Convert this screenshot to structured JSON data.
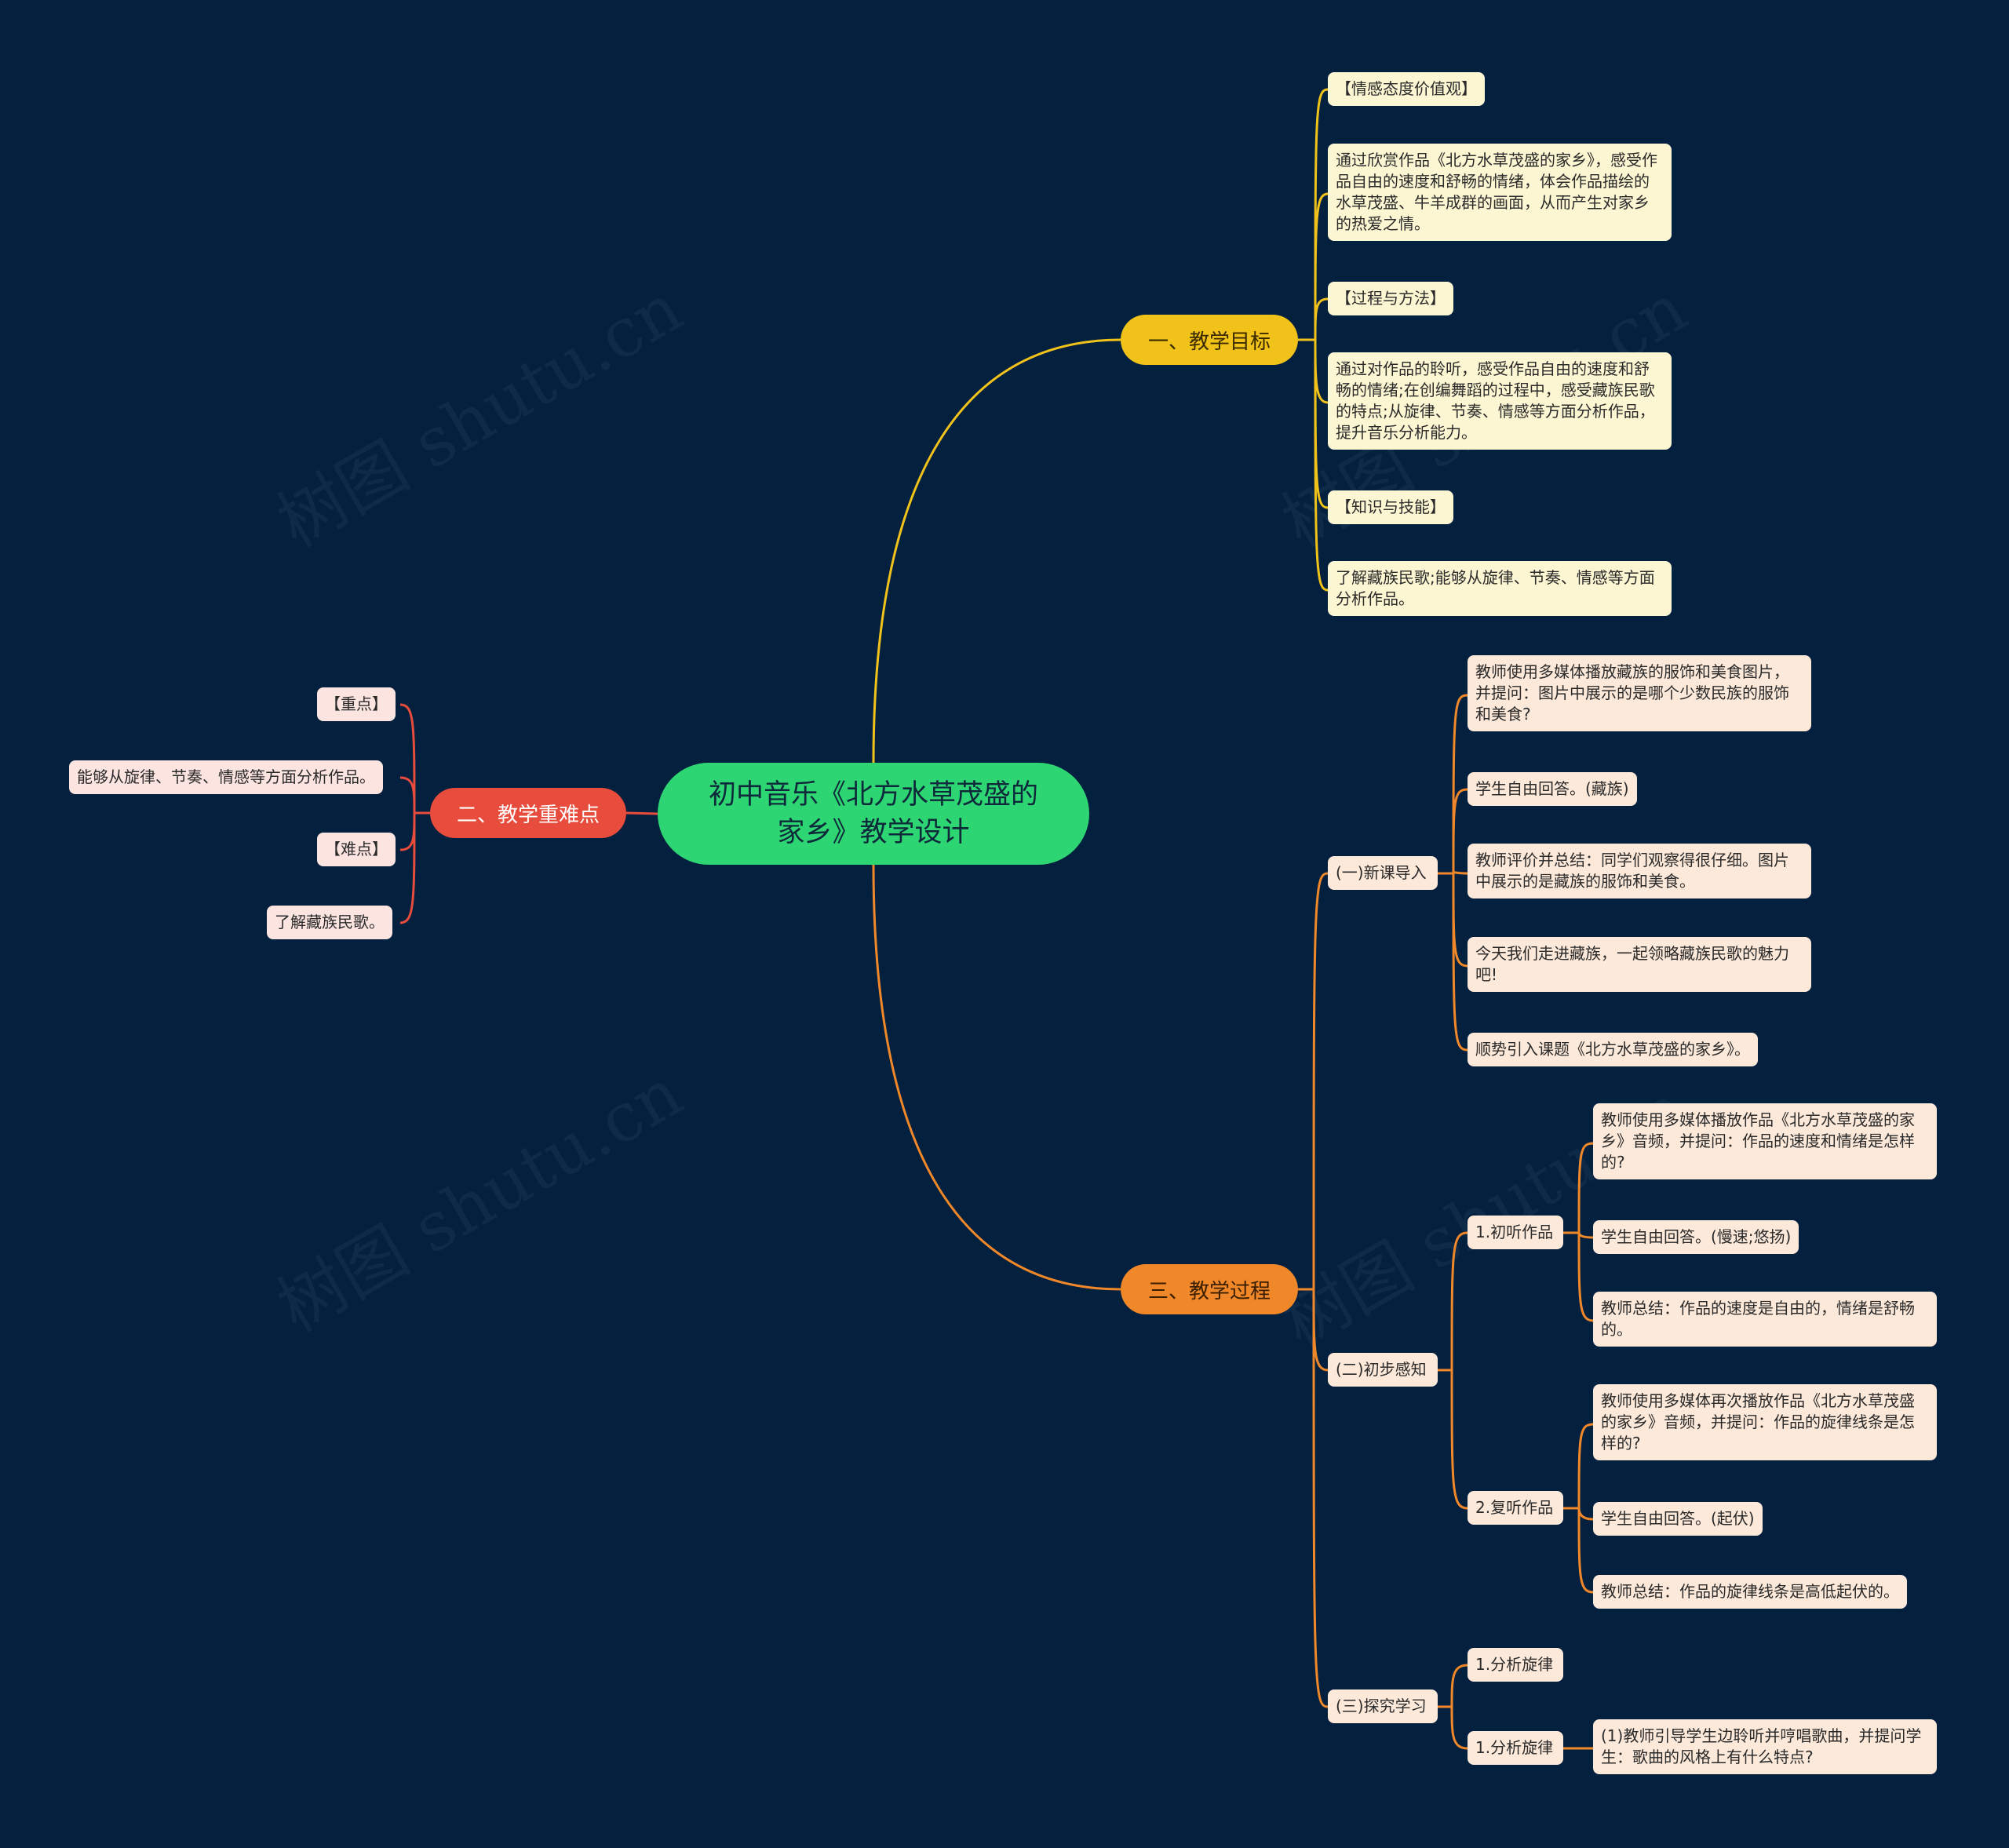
{
  "watermark": "树图 shutu.cn",
  "colors": {
    "background": "#03203f",
    "center": "#2ed673",
    "branch1": "#f1c21a",
    "branch2": "#e74c3c",
    "branch3": "#f0882a"
  },
  "center": {
    "title": "初中音乐《北方水草茂盛的家乡》教学设计"
  },
  "branch1": {
    "label": "一、教学目标",
    "items": [
      "【情感态度价值观】",
      "通过欣赏作品《北方水草茂盛的家乡》，感受作品自由的速度和舒畅的情绪，体会作品描绘的水草茂盛、牛羊成群的画面，从而产生对家乡的热爱之情。",
      "【过程与方法】",
      "通过对作品的聆听，感受作品自由的速度和舒畅的情绪;在创编舞蹈的过程中，感受藏族民歌的特点;从旋律、节奏、情感等方面分析作品，提升音乐分析能力。",
      "【知识与技能】",
      "了解藏族民歌;能够从旋律、节奏、情感等方面分析作品。"
    ]
  },
  "branch2": {
    "label": "二、教学重难点",
    "items": [
      "【重点】",
      "能够从旋律、节奏、情感等方面分析作品。",
      "【难点】",
      "了解藏族民歌。"
    ]
  },
  "branch3": {
    "label": "三、教学过程",
    "sections": [
      {
        "label": "(一)新课导入",
        "items": [
          "教师使用多媒体播放藏族的服饰和美食图片，并提问：图片中展示的是哪个少数民族的服饰和美食?",
          "学生自由回答。(藏族)",
          "教师评价并总结：同学们观察得很仔细。图片中展示的是藏族的服饰和美食。",
          "今天我们走进藏族，一起领略藏族民歌的魅力吧!",
          "顺势引入课题《北方水草茂盛的家乡》。"
        ]
      },
      {
        "label": "(二)初步感知",
        "subs": [
          {
            "label": "1.初听作品",
            "items": [
              "教师使用多媒体播放作品《北方水草茂盛的家乡》音频，并提问：作品的速度和情绪是怎样的?",
              "学生自由回答。(慢速;悠扬)",
              "教师总结：作品的速度是自由的，情绪是舒畅的。"
            ]
          },
          {
            "label": "2.复听作品",
            "items": [
              "教师使用多媒体再次播放作品《北方水草茂盛的家乡》音频，并提问：作品的旋律线条是怎样的?",
              "学生自由回答。(起伏)",
              "教师总结：作品的旋律线条是高低起伏的。"
            ]
          }
        ]
      },
      {
        "label": "(三)探究学习",
        "subs": [
          {
            "label": "1.分析旋律",
            "items": []
          },
          {
            "label": "1.分析旋律",
            "items": [
              "(1)教师引导学生边聆听并哼唱歌曲，并提问学生：歌曲的风格上有什么特点?"
            ]
          }
        ]
      }
    ]
  }
}
